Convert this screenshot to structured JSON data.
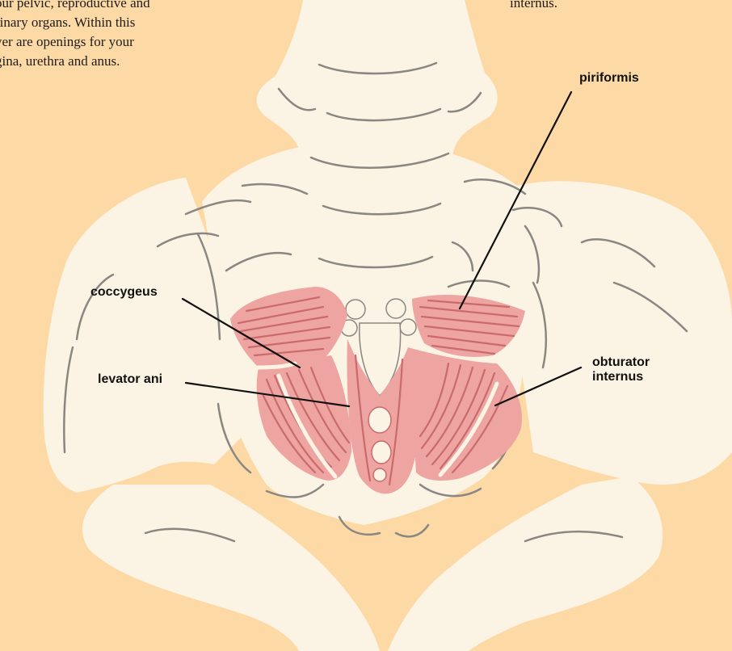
{
  "intro": {
    "lines": [
      "our pelvic, reproductive and",
      "rinary organs. Within this",
      "yer are openings for your",
      "gina, urethra and anus."
    ]
  },
  "top_right": {
    "text": "internus."
  },
  "labels": {
    "piriformis": "piriformis",
    "coccygeus": "coccygeus",
    "levator_ani": "levator ani",
    "obturator_line1": "obturator",
    "obturator_line2": "internus"
  },
  "colors": {
    "background": "#fdd9a6",
    "bone": "#fbf3e3",
    "bone_outline": "#8a8782",
    "muscle": "#eea4a0",
    "muscle_stripe": "#c96b6c",
    "leader_line": "#111111"
  }
}
